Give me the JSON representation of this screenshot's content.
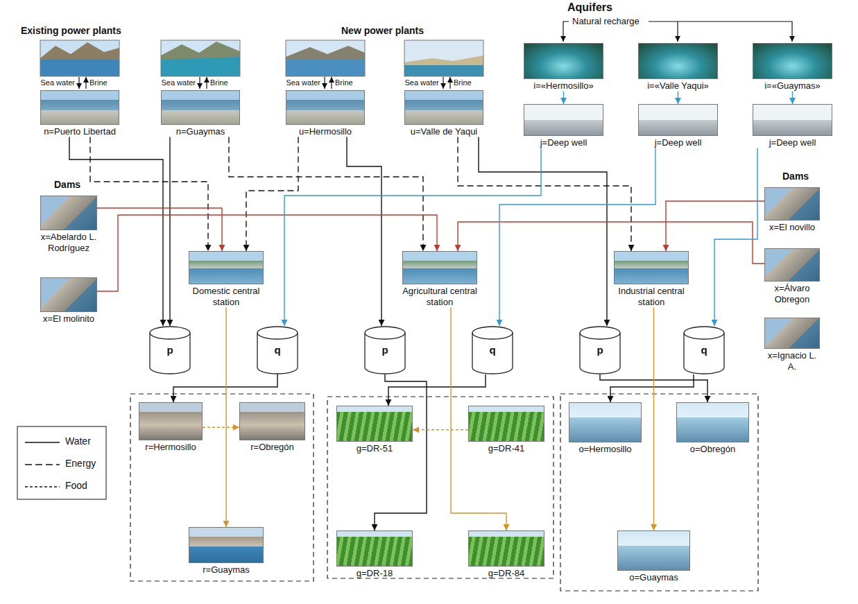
{
  "diagram": {
    "nodes": [
      {
        "text": [
          "n=Puerto Libertad"
        ]
      },
      {
        "text": [
          "n=Guaymas"
        ]
      },
      {
        "text": [
          "u=Hermosillo"
        ]
      },
      {
        "text": [
          "u=Valle de Yaqui"
        ]
      },
      {
        "text": [
          "i=«Hermosillo»"
        ]
      },
      {
        "text": [
          "i=«Valle Yaqui»"
        ]
      },
      {
        "text": [
          "i=«Guaymas»"
        ]
      },
      {
        "text": [
          "j=Deep well"
        ]
      },
      {
        "text": [
          "j=Deep well"
        ]
      },
      {
        "text": [
          "j=Deep well"
        ]
      },
      {
        "text": [
          "x=Abelardo L. Rodríguez"
        ]
      },
      {
        "text": [
          "x=El molinito"
        ]
      },
      {
        "text": [
          "x=El novillo"
        ]
      },
      {
        "text": [
          "x=Álvaro Obregon"
        ]
      },
      {
        "text": [
          "x=Ignacio L. A."
        ]
      },
      {
        "text": [
          "Domestic central station"
        ]
      },
      {
        "text": [
          "Agricultural central station"
        ]
      },
      {
        "text": [
          "Industrial central station"
        ]
      },
      {
        "text": [
          "p"
        ]
      },
      {
        "text": [
          "q"
        ]
      },
      {
        "text": [
          "p"
        ]
      },
      {
        "text": [
          "q"
        ]
      },
      {
        "text": [
          "p"
        ]
      },
      {
        "text": [
          "q"
        ]
      },
      {
        "text": [
          "r=Hermosillo"
        ]
      },
      {
        "text": [
          "r=Obregón"
        ]
      },
      {
        "text": [
          "r=Guaymas"
        ]
      },
      {
        "text": [
          "g=DR-51"
        ]
      },
      {
        "text": [
          "g=DR-41"
        ]
      },
      {
        "text": [
          "g=DR-18"
        ]
      },
      {
        "text": [
          "g=DR-84"
        ]
      },
      {
        "text": [
          "o=Hermosillo"
        ]
      },
      {
        "text": [
          "o=Obregón"
        ]
      },
      {
        "text": [
          "o=Guaymas"
        ]
      }
    ],
    "edges": [
      {
        "from": 0,
        "to": 18,
        "arrow": "to"
      },
      {
        "from": 1,
        "to": 18,
        "arrow": "to"
      },
      {
        "from": 2,
        "to": 20,
        "arrow": "to"
      },
      {
        "from": 3,
        "to": 22,
        "arrow": "to"
      },
      {
        "from": 0,
        "to": 15,
        "arrow": "to"
      },
      {
        "from": 1,
        "to": 16,
        "arrow": "to"
      },
      {
        "from": 3,
        "to": 17,
        "arrow": "to"
      },
      {
        "from": 2,
        "to": 15,
        "arrow": "to"
      },
      {
        "from": 10,
        "to": 15,
        "arrow": "to"
      },
      {
        "from": 11,
        "to": 16,
        "arrow": "to"
      },
      {
        "from": 12,
        "to": 17,
        "arrow": "to"
      },
      {
        "from": 13,
        "to": 16,
        "arrow": "to"
      },
      {
        "from": 4,
        "to": 7,
        "arrow": "to"
      },
      {
        "from": 5,
        "to": 8,
        "arrow": "to"
      },
      {
        "from": 6,
        "to": 9,
        "arrow": "to"
      },
      {
        "from": 7,
        "to": 19,
        "arrow": "to"
      },
      {
        "from": 8,
        "to": 21,
        "arrow": "to"
      },
      {
        "from": 9,
        "to": 23,
        "arrow": "to"
      },
      {
        "from": 19,
        "to": 24,
        "arrow": "to"
      },
      {
        "from": 21,
        "to": 27,
        "arrow": "to"
      },
      {
        "from": 23,
        "to": 31,
        "arrow": "to"
      },
      {
        "from": 20,
        "to": 29,
        "arrow": "to"
      },
      {
        "from": 22,
        "to": 32,
        "arrow": "to"
      },
      {
        "from": 15,
        "to": 26,
        "arrow": "to"
      },
      {
        "from": 17,
        "to": 33,
        "arrow": "to"
      },
      {
        "from": 16,
        "to": 30,
        "arrow": "to"
      },
      {
        "from": 28,
        "to": 27,
        "arrow": "to"
      },
      {
        "from": 24,
        "to": 25,
        "arrow": "to"
      }
    ],
    "labels": [
      "Existing power plants",
      "New power plants",
      "Aquifers",
      "Natural recharge",
      "Sea water",
      "Brine",
      "Sea water",
      "Brine",
      "Sea water",
      "Brine",
      "Sea water",
      "Brine",
      "Dams",
      "Dams"
    ],
    "legend": [
      {
        "text": "Water"
      },
      {
        "text": "Energy"
      },
      {
        "text": "Food"
      }
    ]
  }
}
